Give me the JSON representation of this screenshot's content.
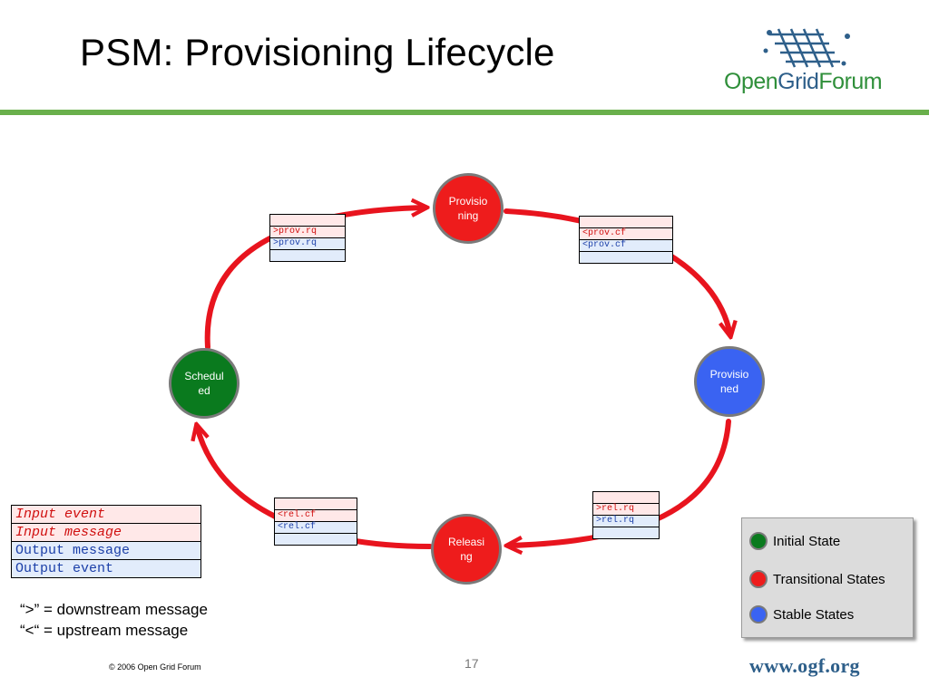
{
  "header": {
    "title": "PSM: Provisioning Lifecycle"
  },
  "logo": {
    "word1": "Open",
    "word2": "Grid",
    "word3": "Forum"
  },
  "states": {
    "provisioning": "Provisioning",
    "provisioned": "Provisioned",
    "releasing": "Releasing",
    "scheduled": "Scheduled"
  },
  "event_tables": {
    "sched_to_prov": [
      "",
      ">prov.rq",
      ">prov.rq",
      ""
    ],
    "prov_to_provd": [
      "",
      "<prov.cf",
      "<prov.cf",
      ""
    ],
    "provd_to_rel": [
      "",
      ">rel.rq",
      ">rel.rq",
      ""
    ],
    "rel_to_sched": [
      "",
      "<rel.cf",
      "<rel.cf",
      ""
    ]
  },
  "key_table": [
    "Input event",
    "Input message",
    "Output message",
    "Output event"
  ],
  "notes": [
    "“>” = downstream message",
    "“<“ = upstream message"
  ],
  "legend": {
    "initial": "Initial State",
    "transitional": "Transitional States",
    "stable": "Stable States"
  },
  "colors": {
    "transitional": "#ee1c1c",
    "initial": "#0a7a1e",
    "stable": "#3a63f2",
    "arrow": "#e8141e",
    "rule": "#6ab04c"
  },
  "footer": {
    "copyright": "© 2006 Open Grid Forum",
    "page": "17",
    "url": "www.ogf.org"
  }
}
